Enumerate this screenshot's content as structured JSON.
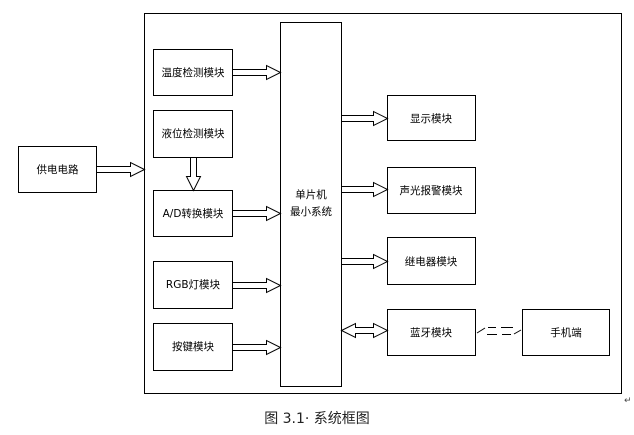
{
  "diagram": {
    "power_supply": "供电电路",
    "mcu_line1": "单片机",
    "mcu_line2": "最小系统",
    "inputs": {
      "temperature": "温度检测模块",
      "liquid_level": "液位检测模块",
      "adc": "A/D转换模块",
      "rgb_light": "RGB灯模块",
      "keys": "按键模块"
    },
    "outputs": {
      "display": "显示模块",
      "alarm": "声光报警模块",
      "relay": "继电器模块",
      "bluetooth": "蓝牙模块",
      "phone": "手机端"
    }
  },
  "caption": "图 3.1· 系统框图",
  "colors": {
    "line": "#000000",
    "fill": "#ffffff"
  }
}
